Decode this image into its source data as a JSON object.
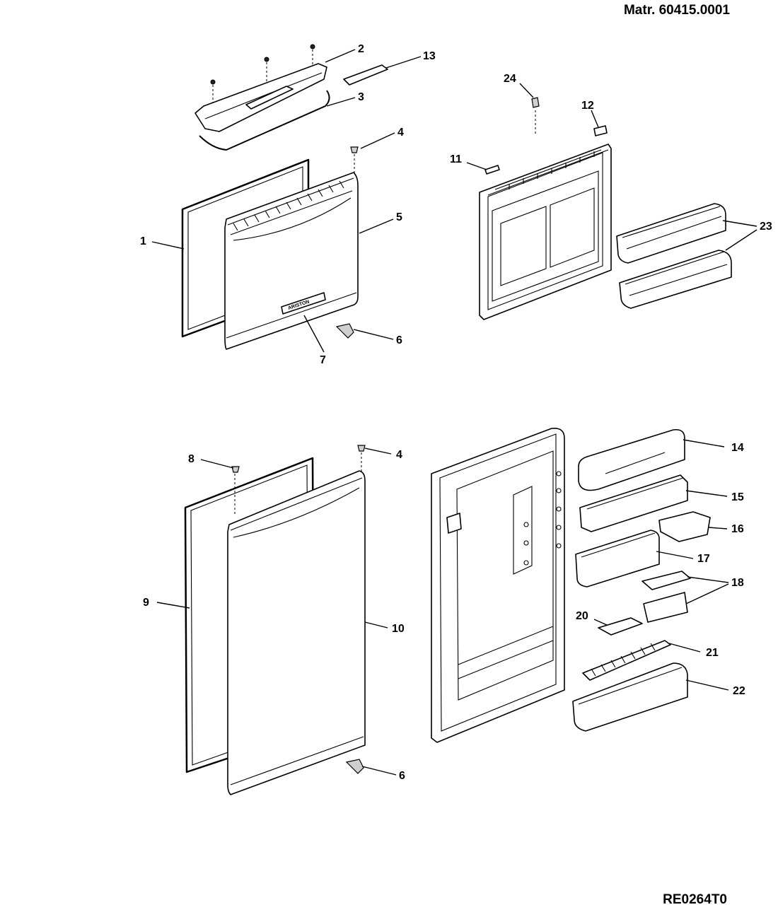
{
  "header": {
    "matr": "Matr. 60415.0001"
  },
  "footer": {
    "code": "RE0264T0"
  },
  "brand": "ARISTON",
  "callouts": [
    "1",
    "2",
    "3",
    "4",
    "5",
    "6",
    "7",
    "8",
    "9",
    "10",
    "11",
    "12",
    "13",
    "14",
    "15",
    "16",
    "17",
    "18",
    "20",
    "21",
    "22",
    "23",
    "24"
  ]
}
